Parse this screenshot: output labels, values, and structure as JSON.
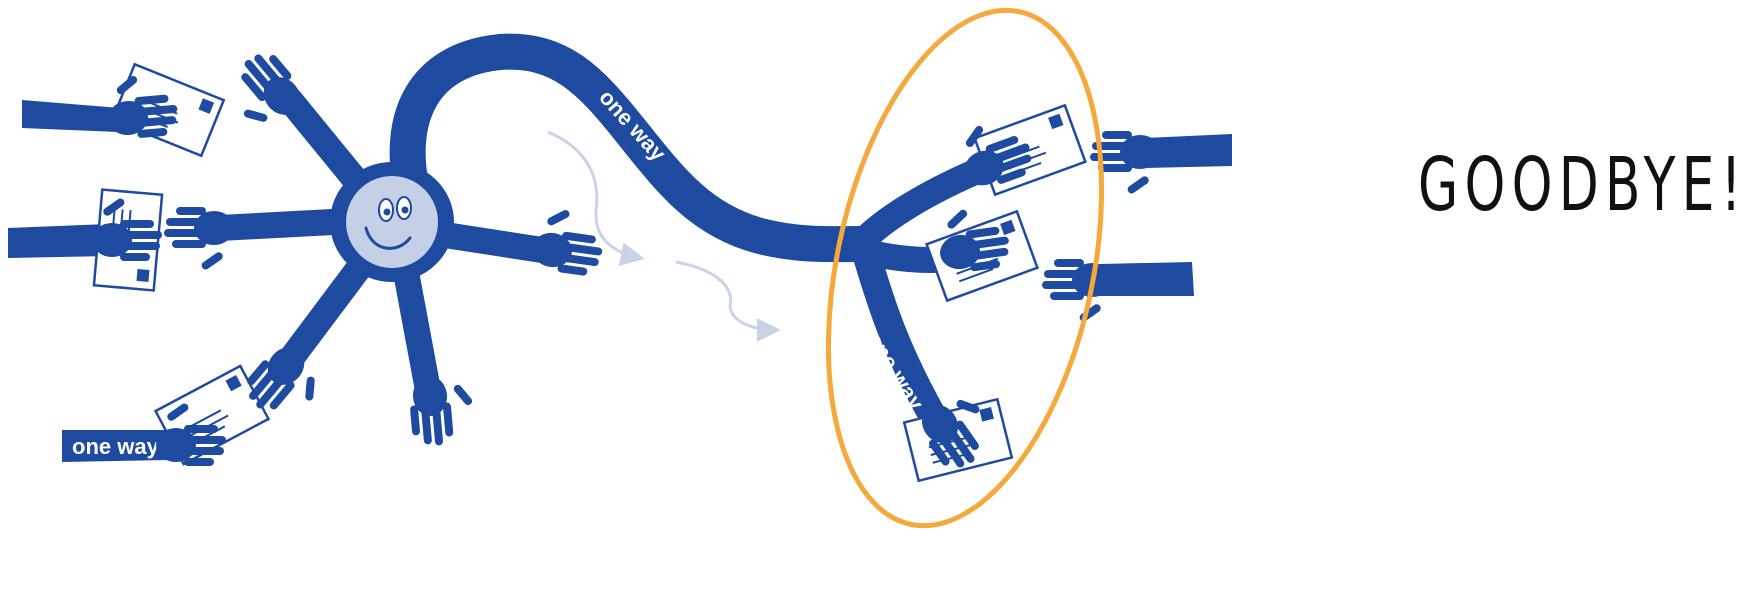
{
  "labels": {
    "axon_top": "one way",
    "axon_branch": "one way",
    "incoming": "one way"
  },
  "heading": "GOODBYE!",
  "colors": {
    "neuron": "#1e4aa0",
    "face": "#c5cfe6",
    "highlight_ellipse": "#f5a83b",
    "flow_arrows": "#c8d3e8"
  },
  "icons": [
    "neuron-body",
    "smiley-face",
    "hand-icon",
    "envelope-icon",
    "flow-arrow"
  ]
}
